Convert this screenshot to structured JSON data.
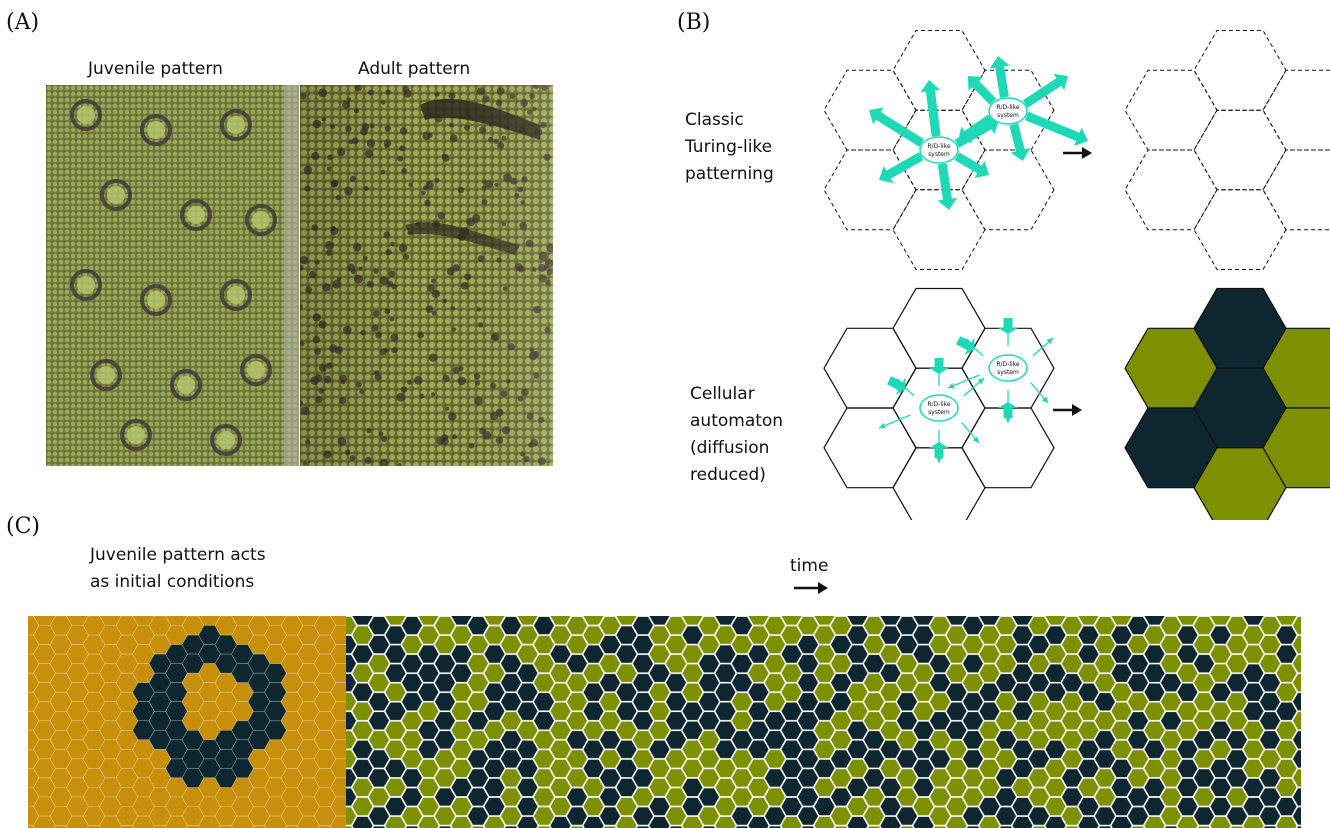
{
  "panels": {
    "a": {
      "letter": "(A)",
      "juvenile_label": "Juvenile pattern",
      "adult_label": "Adult pattern"
    },
    "b": {
      "letter": "(B)",
      "top_label": [
        "Classic",
        "Turing-like",
        "patterning"
      ],
      "bottom_label": [
        "Cellular",
        "automaton",
        "(diffusion",
        "reduced)"
      ],
      "system_label": [
        "R/D-like",
        "system"
      ]
    },
    "c": {
      "letter": "(C)",
      "caption": [
        "Juvenile pattern acts",
        "as initial conditions"
      ],
      "time_label": "time"
    }
  },
  "colors": {
    "dark": "#0d2630",
    "green": "#7c9000",
    "orange": "#c8900a",
    "cyan": "#1fd8b6",
    "outline": "#111111"
  },
  "icons": {
    "arrow": "right-arrow-icon"
  }
}
